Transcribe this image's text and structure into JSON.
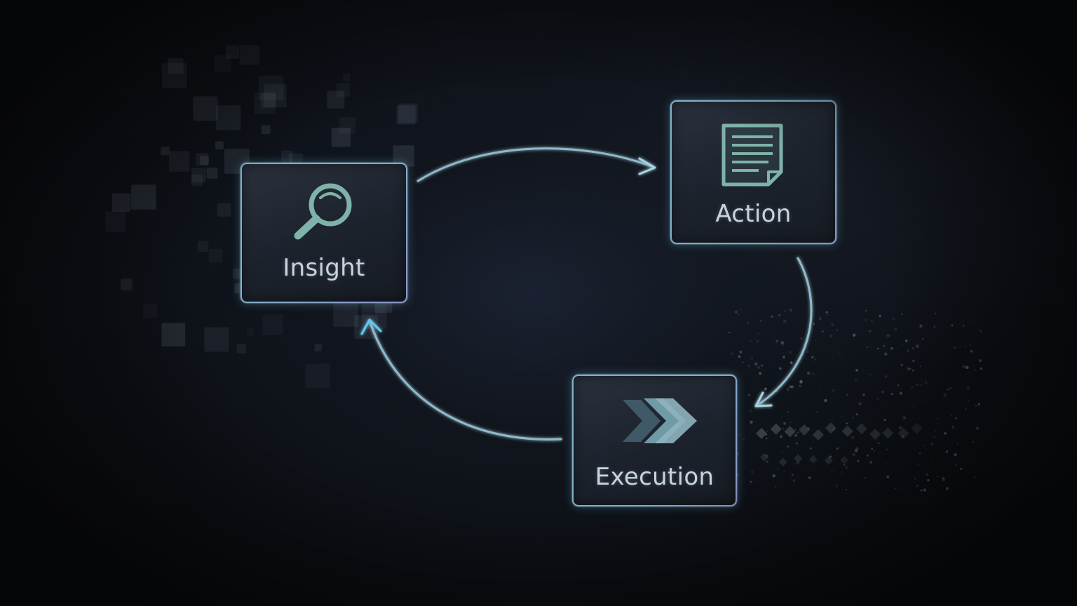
{
  "nodes": {
    "insight": {
      "label": "Insight",
      "icon": "magnifying-glass-icon"
    },
    "action": {
      "label": "Action",
      "icon": "document-icon"
    },
    "execution": {
      "label": "Execution",
      "icon": "fast-forward-icon"
    }
  },
  "edges": [
    {
      "from": "insight",
      "to": "action"
    },
    {
      "from": "action",
      "to": "execution"
    },
    {
      "from": "execution",
      "to": "insight"
    }
  ],
  "colors": {
    "background": "#0c0f14",
    "node_border": "#7fb2c8",
    "node_fill": "#1f252f",
    "arrow": "#8fb9c8",
    "arrow_bright": "#5ec8ea",
    "icon": "#7fb2a8",
    "label": "#c9d3dd"
  }
}
